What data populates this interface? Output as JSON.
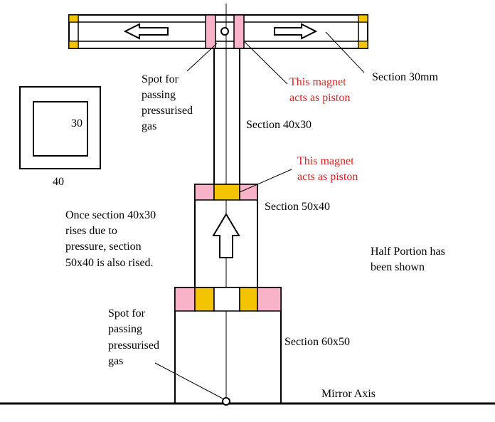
{
  "colors": {
    "line": "#000000",
    "pink": "#f9b3c8",
    "gold": "#f5c400",
    "red_text": "#e02020",
    "background": "#ffffff"
  },
  "labels": {
    "spot_top": [
      "Spot for",
      "passing",
      "pressurised",
      "gas"
    ],
    "magnet_top": [
      "This magnet",
      "acts as piston"
    ],
    "section_30mm": "Section 30mm",
    "section_40x30": "Section 40x30",
    "magnet_mid": [
      "This magnet",
      "acts as piston"
    ],
    "section_50x40": "Section 50x40",
    "note": [
      "Once section 40x30",
      "rises due to",
      "pressure, section",
      "50x40 is also rised."
    ],
    "half_portion": [
      "Half Portion has",
      "been shown"
    ],
    "spot_bottom": [
      "Spot for",
      "passing",
      "pressurised",
      "gas"
    ],
    "section_60x50": "Section 60x50",
    "mirror_axis": "Mirror Axis",
    "inset_inner": "30",
    "inset_outer": "40"
  },
  "icons": {
    "left_arrow": "arrow-left-icon",
    "right_arrow": "arrow-right-icon",
    "up_arrow": "arrow-up-icon"
  }
}
